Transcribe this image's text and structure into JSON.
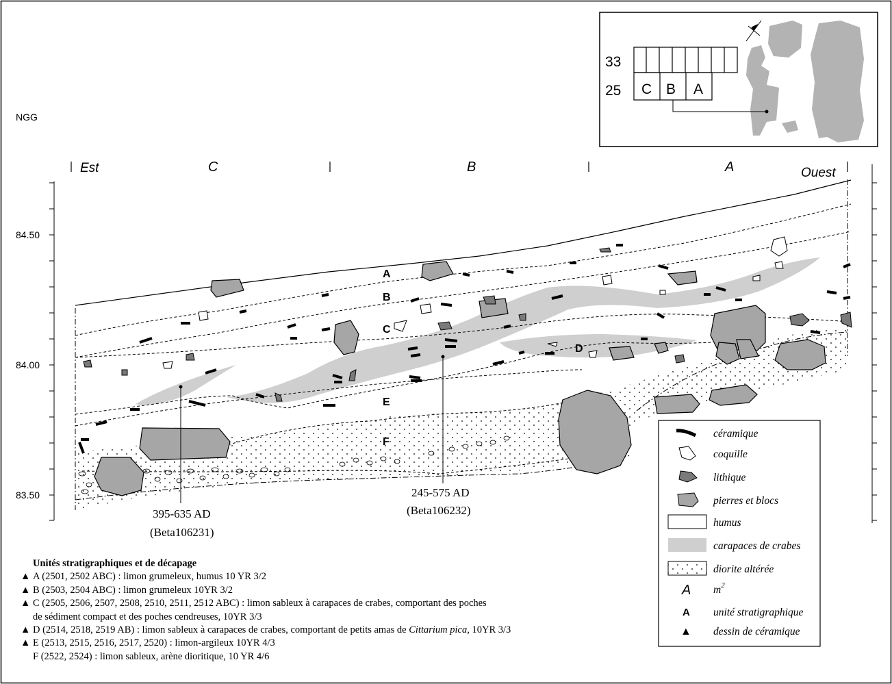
{
  "site_label": "NGG",
  "inset": {
    "row_labels": [
      "33",
      "25"
    ],
    "square_labels": [
      "C",
      "B",
      "A"
    ]
  },
  "orientation": {
    "east": "Est",
    "west": "Ouest"
  },
  "squares": [
    "C",
    "B",
    "A"
  ],
  "elevations": [
    "84.50",
    "84.00",
    "83.50"
  ],
  "layers": [
    "A",
    "B",
    "C",
    "D",
    "E",
    "F"
  ],
  "dates": [
    {
      "range": "395-635 AD",
      "lab": "(Beta106231)"
    },
    {
      "range": "245-575 AD",
      "lab": "(Beta106232)"
    }
  ],
  "legend": {
    "items": [
      {
        "symbol": "ceramic",
        "label": "céramique"
      },
      {
        "symbol": "shell",
        "label": "coquille"
      },
      {
        "symbol": "lithic",
        "label": "lithique"
      },
      {
        "symbol": "stone",
        "label": "pierres et blocs"
      },
      {
        "symbol": "humus",
        "label": "humus"
      },
      {
        "symbol": "crab",
        "label": "carapaces de crabes"
      },
      {
        "symbol": "diorite",
        "label": "diorite altérée"
      },
      {
        "symbol": "square",
        "glyph": "A",
        "label": "m",
        "superscript": "2"
      },
      {
        "symbol": "unit",
        "glyph": "A",
        "label": "unité stratigraphique"
      },
      {
        "symbol": "triangle",
        "glyph": "▲",
        "label": "dessin de céramique"
      }
    ]
  },
  "units": {
    "title": "Unités stratigraphiques et de décapage",
    "rows": [
      {
        "triangle": true,
        "text": "A (2501, 2502 ABC) : limon grumeleux, humus 10 YR 3/2"
      },
      {
        "triangle": true,
        "text": "B (2503, 2504 ABC) : limon grumeleux 10YR 3/2"
      },
      {
        "triangle": true,
        "text": "C (2505, 2506, 2507, 2508, 2510, 2511, 2512 ABC) : limon sableux à carapaces de crabes, comportant des poches"
      },
      {
        "triangle": false,
        "text": "de sédiment compact et des poches cendreuses, 10YR 3/3"
      },
      {
        "triangle": true,
        "text": "D (2514, 2518, 2519 AB) : limon sableux à carapaces de crabes, comportant de petits amas de ",
        "italic": "Cittarium pica,",
        "after": " 10YR 3/3"
      },
      {
        "triangle": true,
        "text": "E (2513, 2515, 2516, 2517, 2520) : limon-argileux 10YR 4/3"
      },
      {
        "triangle": false,
        "text": "F (2522, 2524) : limon sableux, arène dioritique, 10 YR 4/6"
      }
    ]
  },
  "colors": {
    "crab": "#cfcfcf",
    "stone": "#a6a6a6",
    "lithic": "#7a7a7a",
    "ink": "#000000"
  }
}
